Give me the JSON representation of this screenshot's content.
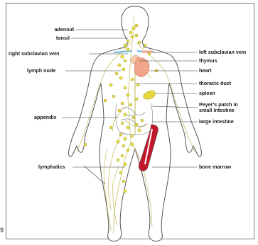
{
  "figure": {
    "figure_number": "9"
  },
  "labels": {
    "left": {
      "adenoid": "adenoid",
      "tonsil": "tonsil",
      "right_subclavian_vein": "right subclavian vein",
      "lymph_node": "lymph node",
      "appendix": "appendix",
      "lymphatics": "lymphatics"
    },
    "right": {
      "left_subclavian_vein": "left subclavian vein",
      "thymus": "thymus",
      "heart": "heart",
      "thoracic_duct": "thoracic duct",
      "spleen": "spleen",
      "peyers_patch_line1": "Peyer's patch in",
      "peyers_patch_line2": "small intestine",
      "large_intestine": "large intestine",
      "bone_marrow": "bone marrow"
    }
  },
  "colors": {
    "node": "#e8e04a",
    "vessel": "#c9c26a",
    "heart": "#f2a58a",
    "vein": "#6db6e6",
    "thymus": "#f4c7a8",
    "spleen": "#e8d73a",
    "marrow": "#c0182a",
    "outline": "#555555"
  }
}
